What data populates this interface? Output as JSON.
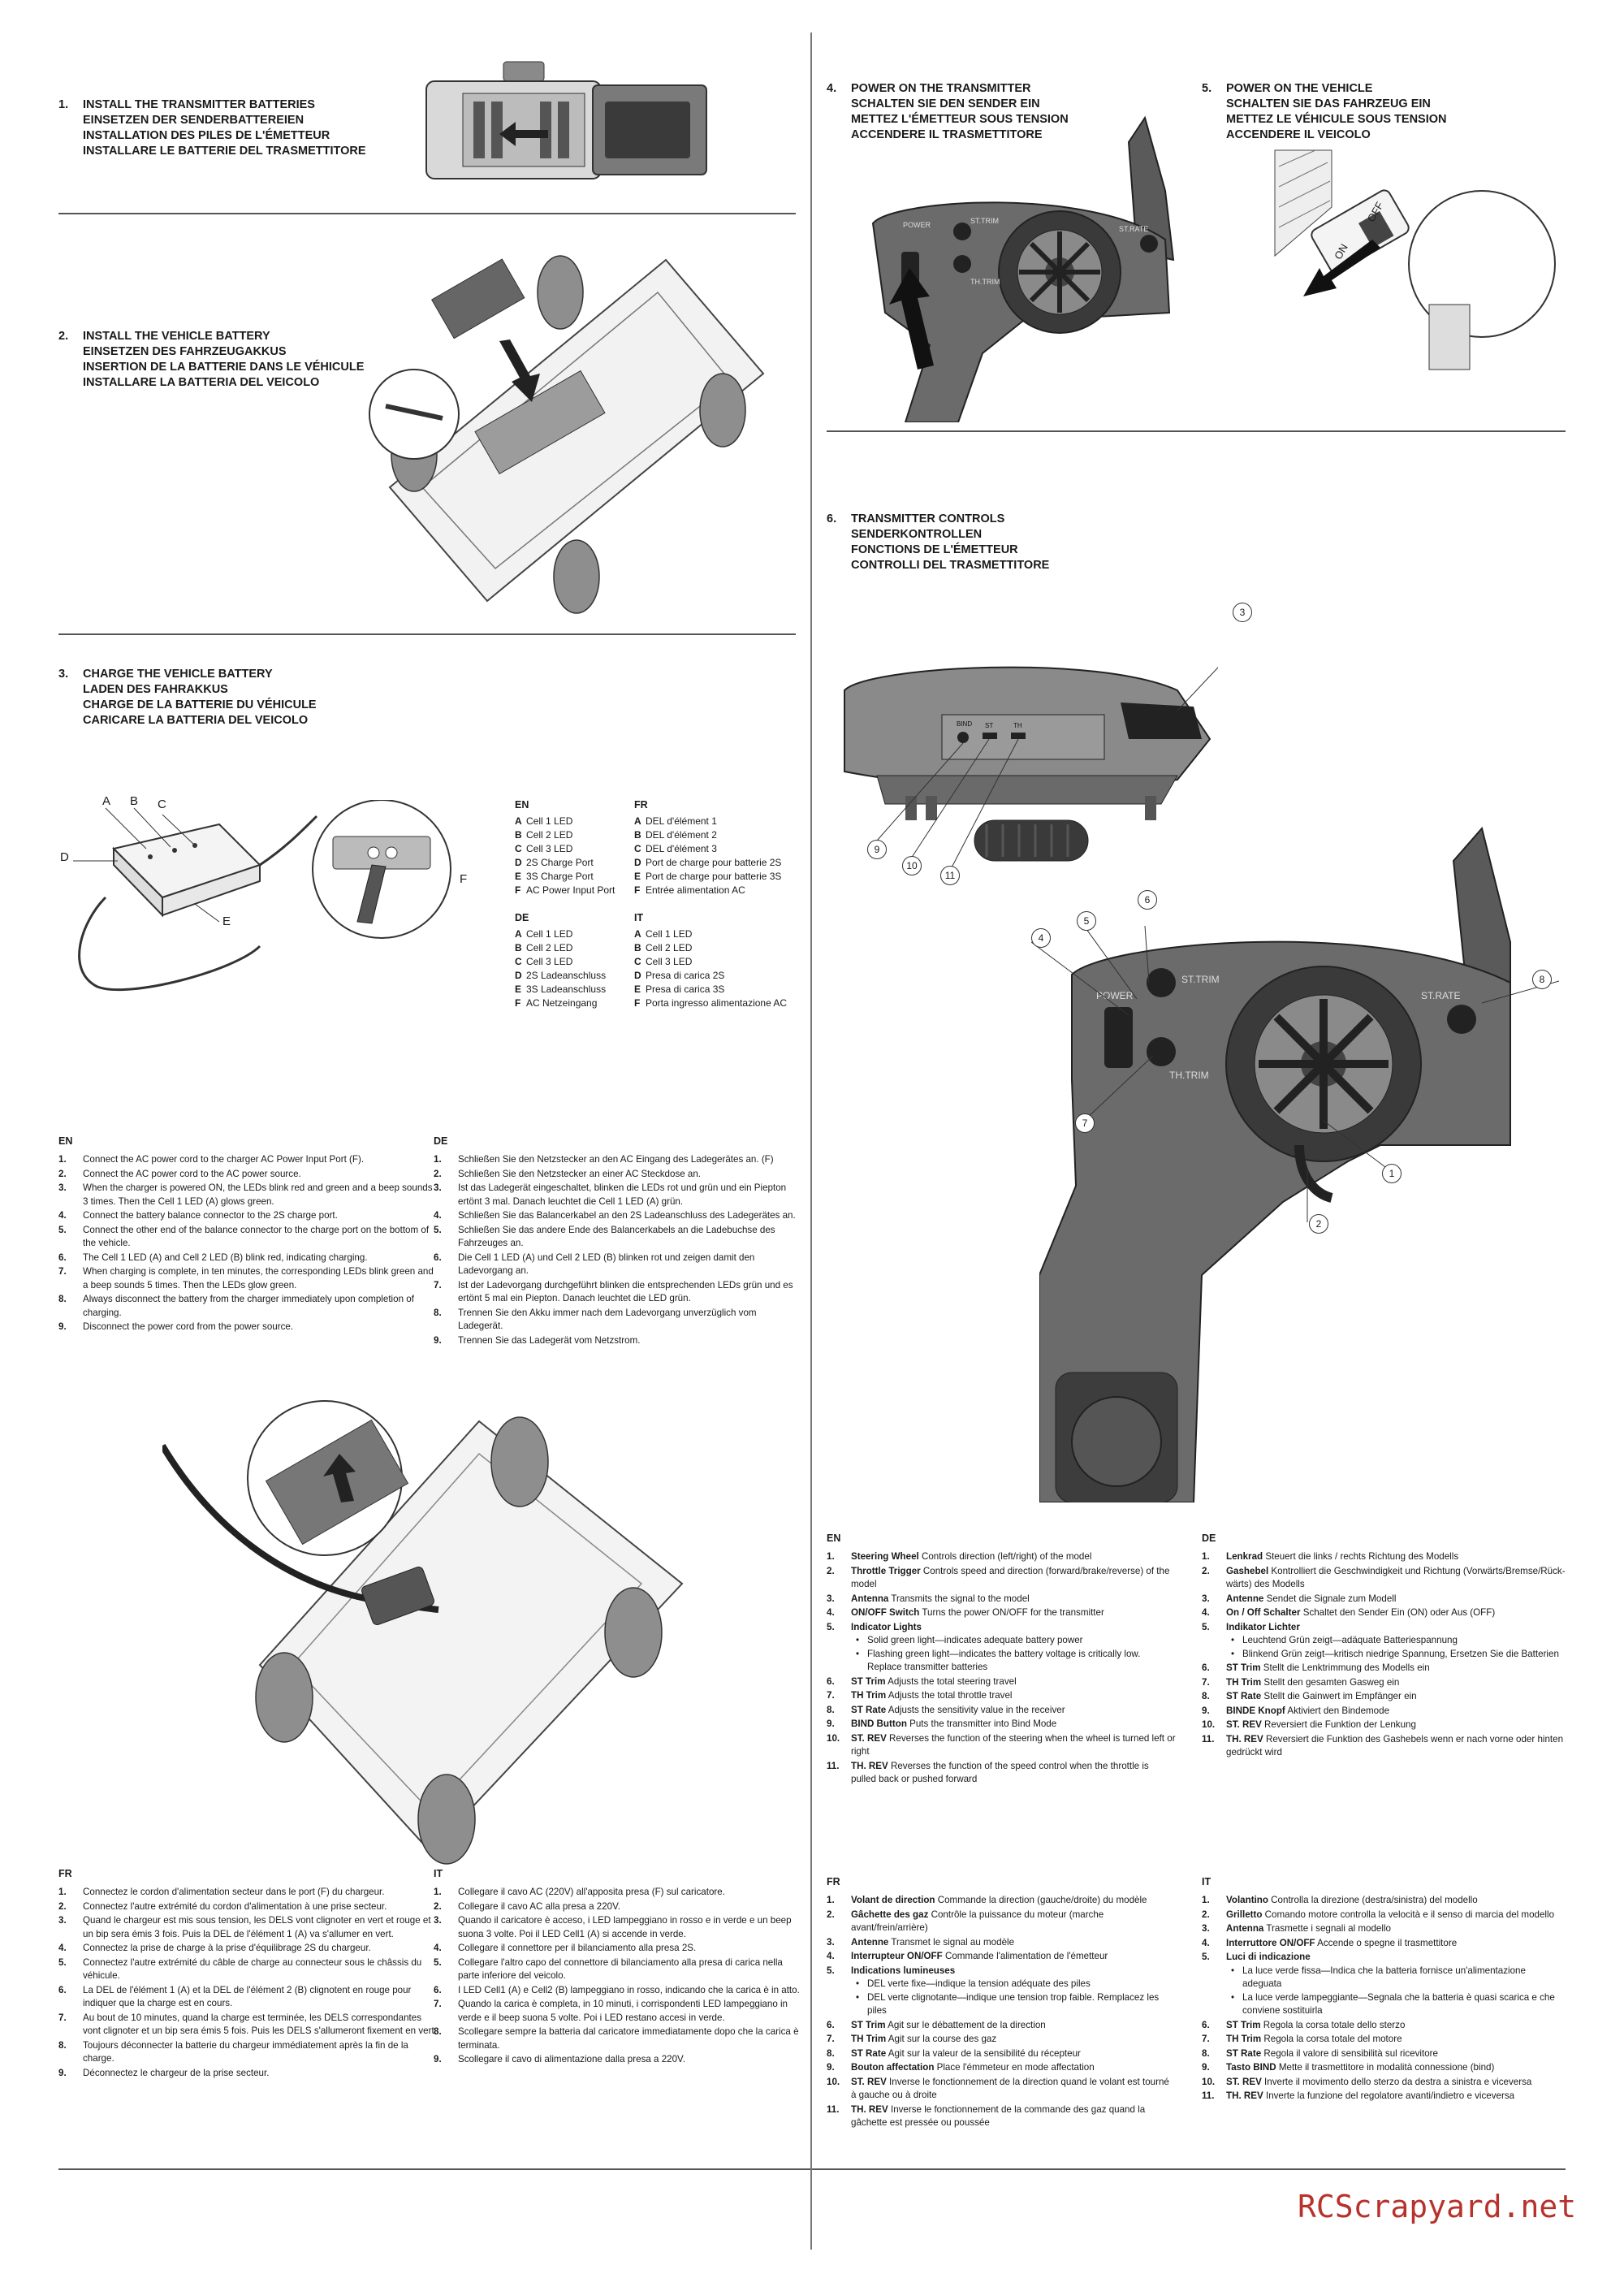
{
  "steps": {
    "s1": {
      "num": "1.",
      "lines": [
        "INSTALL THE TRANSMITTER BATTERIES",
        "EINSETZEN DER SENDERBATTEREIEN",
        "INSTALLATION DES PILES DE L'ÉMETTEUR",
        "INSTALLARE LE BATTERIE DEL TRASMETTITORE"
      ]
    },
    "s2": {
      "num": "2.",
      "lines": [
        "INSTALL THE VEHICLE BATTERY",
        "EINSETZEN DES FAHRZEUGAKKUS",
        "INSERTION DE LA BATTERIE DANS LE VÉHICULE",
        "INSTALLARE LA BATTERIA DEL VEICOLO"
      ]
    },
    "s3": {
      "num": "3.",
      "lines": [
        "CHARGE THE VEHICLE BATTERY",
        "LADEN DES FAHRAKKUS",
        "CHARGE DE LA BATTERIE DU VÉHICULE",
        "CARICARE LA BATTERIA DEL VEICOLO"
      ]
    },
    "s4": {
      "num": "4.",
      "lines": [
        "POWER ON THE TRANSMITTER",
        "SCHALTEN SIE DEN SENDER EIN",
        "METTEZ L'ÉMETTEUR SOUS TENSION",
        "ACCENDERE IL TRASMETTITORE"
      ]
    },
    "s5": {
      "num": "5.",
      "lines": [
        "POWER ON THE VEHICLE",
        "SCHALTEN SIE DAS FAHRZEUG EIN",
        "METTEZ LE VÉHICULE SOUS TENSION",
        "ACCENDERE IL VEICOLO"
      ]
    },
    "s6": {
      "num": "6.",
      "lines": [
        "TRANSMITTER CONTROLS",
        "SENDERKONTROLLEN",
        "FONCTIONS DE L'ÉMETTEUR",
        "CONTROLLI DEL TRASMETTITORE"
      ]
    }
  },
  "charger_labels": {
    "A": "A",
    "B": "B",
    "C": "C",
    "D": "D",
    "E": "E",
    "F": "F"
  },
  "legend": {
    "en": {
      "title": "EN",
      "rows": [
        [
          "A",
          "Cell 1 LED"
        ],
        [
          "B",
          "Cell 2 LED"
        ],
        [
          "C",
          "Cell 3 LED"
        ],
        [
          "D",
          "2S Charge Port"
        ],
        [
          "E",
          "3S Charge Port"
        ],
        [
          "F",
          "AC Power Input Port"
        ]
      ]
    },
    "fr": {
      "title": "FR",
      "rows": [
        [
          "A",
          "DEL d'élément 1"
        ],
        [
          "B",
          "DEL d'élément 2"
        ],
        [
          "C",
          "DEL d'élément 3"
        ],
        [
          "D",
          "Port de charge pour batterie 2S"
        ],
        [
          "E",
          "Port de charge pour batterie 3S"
        ],
        [
          "F",
          "Entrée alimentation AC"
        ]
      ]
    },
    "de": {
      "title": "DE",
      "rows": [
        [
          "A",
          "Cell 1 LED"
        ],
        [
          "B",
          "Cell 2 LED"
        ],
        [
          "C",
          "Cell 3 LED"
        ],
        [
          "D",
          "2S Ladeanschluss"
        ],
        [
          "E",
          "3S Ladeanschluss"
        ],
        [
          "F",
          "AC Netzeingang"
        ]
      ]
    },
    "it": {
      "title": "IT",
      "rows": [
        [
          "A",
          "Cell 1 LED"
        ],
        [
          "B",
          "Cell 2 LED"
        ],
        [
          "C",
          "Cell 3 LED"
        ],
        [
          "D",
          "Presa di carica 2S"
        ],
        [
          "E",
          "Presa di carica 3S"
        ],
        [
          "F",
          "Porta ingresso alimentazione AC"
        ]
      ]
    }
  },
  "charge_en": {
    "title": "EN",
    "items": [
      "Connect the AC power cord to the charger AC Power Input Port (F).",
      "Connect the AC power cord to the AC power source.",
      "When the charger is powered ON, the LEDs blink red and green and a beep sounds 3 times. Then the Cell 1 LED (A) glows green.",
      "Connect the battery balance connector to the 2S charge port.",
      "Connect the other end of the balance connector to the charge port on the bottom of the vehicle.",
      "The Cell 1 LED (A) and Cell 2 LED (B) blink red, indicating charging.",
      "When charging is complete, in ten minutes, the corresponding LEDs blink green and a beep sounds 5 times. Then the LEDs glow green.",
      "Always disconnect the battery from the charger immediately upon completion of charging.",
      "Disconnect the power cord from the power source."
    ]
  },
  "charge_de": {
    "title": "DE",
    "items": [
      "Schließen Sie den Netzstecker an den AC Eingang des Ladegerätes an. (F)",
      "Schließen Sie den Netzstecker an einer AC Steckdose an.",
      "Ist das Ladegerät eingeschaltet, blinken die LEDs rot und grün und ein Piepton ertönt 3 mal. Danach leuchtet die Cell 1 LED (A) grün.",
      "Schließen Sie das Balancerkabel an den 2S Ladeanschluss des Ladegerätes an.",
      "Schließen Sie das andere Ende des Balancerkabels an die Ladebuchse des Fahrzeuges an.",
      "Die Cell 1 LED (A) und Cell 2 LED (B) blinken rot und zeigen damit den Ladevorgang an.",
      "Ist der Ladevorgang durchgeführt blinken die entsprechenden LEDs grün und es ertönt 5 mal ein Piepton. Danach leuchtet die LED grün.",
      "Trennen Sie den Akku immer nach dem Ladevorgang unverzüglich vom Ladegerät.",
      "Trennen Sie das Ladegerät vom Netzstrom."
    ]
  },
  "charge_fr": {
    "title": "FR",
    "items": [
      "Connectez le cordon d'alimentation secteur dans le port (F) du chargeur.",
      "Connectez l'autre extrémité du cordon d'alimentation à une prise secteur.",
      "Quand le chargeur est mis sous tension, les DELS vont clignoter en vert et rouge et un bip sera émis 3 fois. Puis la DEL de l'élément 1 (A) va s'allumer en vert.",
      "Connectez la prise de charge à la prise d'équilibrage 2S du chargeur.",
      "Connectez l'autre extrémité du câble de charge au connecteur sous le châssis du véhicule.",
      "La DEL de l'élément 1 (A) et la DEL de l'élément 2 (B) clignotent en rouge pour indiquer que la charge est en cours.",
      "Au bout de 10 minutes, quand la charge est terminée, les DELS correspondantes vont clignoter et un bip sera émis 5 fois. Puis les DELS s'allumeront fixement en vert.",
      "Toujours déconnecter la batterie du chargeur immédiatement après la fin de la charge.",
      "Déconnectez le chargeur de la prise secteur."
    ]
  },
  "charge_it": {
    "title": "IT",
    "items": [
      "Collegare il cavo AC (220V) all'apposita presa (F) sul caricatore.",
      "Collegare il cavo AC alla presa a 220V.",
      "Quando il caricatore è acceso, i LED lampeggiano in rosso e in verde e un beep suona 3 volte. Poi il LED Cell1 (A) si accende in verde.",
      "Collegare il connettore per il bilanciamento alla presa 2S.",
      "Collegare l'altro capo del connettore di bilanciamento alla presa di carica nella parte inferiore del veicolo.",
      "I LED Cell1 (A) e Cell2 (B) lampeggiano in rosso, indicando che la carica è in atto.",
      "Quando la carica è completa, in 10 minuti, i corrispondenti LED lampeggiano in verde e il beep suona 5 volte. Poi i LED restano accesi in verde.",
      "Scollegare sempre la batteria dal caricatore immediatamente dopo che la carica è terminata.",
      "Scollegare il cavo di alimentazione dalla presa a 220V."
    ]
  },
  "tx_labels": {
    "bind": "BIND",
    "st": "ST",
    "th": "TH",
    "power": "POWER",
    "sttrim": "ST.TRIM",
    "thtrim": "TH.TRIM",
    "strate": "ST.RATE",
    "on": "ON",
    "off": "OFF"
  },
  "callouts": [
    "1",
    "2",
    "3",
    "4",
    "5",
    "6",
    "7",
    "8",
    "9",
    "10",
    "11"
  ],
  "controls_en": {
    "title": "EN",
    "items": [
      {
        "b": "Steering Wheel",
        "t": " Controls direction (left/right) of the model"
      },
      {
        "b": "Throttle Trigger",
        "t": " Controls speed and direction (forward/brake/reverse) of the model"
      },
      {
        "b": "Antenna",
        "t": " Transmits the signal to the model"
      },
      {
        "b": "ON/OFF Switch",
        "t": " Turns the power ON/OFF for the transmitter"
      },
      {
        "b": "Indicator Lights",
        "t": "",
        "subs": [
          "Solid green light—indicates adequate battery power",
          "Flashing green light—indicates the battery voltage is critically low. Replace transmitter batteries"
        ]
      },
      {
        "b": "ST Trim",
        "t": " Adjusts the total steering travel"
      },
      {
        "b": "TH Trim",
        "t": " Adjusts the total throttle travel"
      },
      {
        "b": "ST Rate",
        "t": " Adjusts the sensitivity value in the receiver"
      },
      {
        "b": "BIND Button",
        "t": " Puts the transmitter into Bind Mode"
      },
      {
        "b": "ST. REV",
        "t": " Reverses the function of the steering when the wheel is turned left or right"
      },
      {
        "b": "TH. REV",
        "t": " Reverses the function of the speed control when the throttle is pulled back or pushed forward"
      }
    ]
  },
  "controls_de": {
    "title": "DE",
    "items": [
      {
        "b": "Lenkrad",
        "t": " Steuert die links / rechts Richtung des Modells"
      },
      {
        "b": "Gashebel",
        "t": " Kontrolliert die Geschwindigkeit und Richtung (Vorwärts/Bremse/Rück-wärts) des Modells"
      },
      {
        "b": "Antenne",
        "t": " Sendet die Signale zum Modell"
      },
      {
        "b": "On / Off Schalter",
        "t": " Schaltet den Sender Ein (ON) oder Aus (OFF)"
      },
      {
        "b": "Indikator Lichter",
        "t": "",
        "subs": [
          "Leuchtend Grün zeigt—adäquate Batteriespannung",
          "Blinkend Grün zeigt—kritisch niedrige Spannung, Ersetzen Sie die Batterien"
        ]
      },
      {
        "b": "ST Trim",
        "t": " Stellt die Lenktrimmung des Modells ein"
      },
      {
        "b": "TH Trim",
        "t": " Stellt den gesamten Gasweg ein"
      },
      {
        "b": "ST Rate",
        "t": " Stellt die Gainwert im Empfänger ein"
      },
      {
        "b": "BINDE Knopf",
        "t": " Aktiviert den Bindemode"
      },
      {
        "b": "ST. REV",
        "t": " Reversiert die Funktion der Lenkung"
      },
      {
        "b": "TH. REV",
        "t": " Reversiert die Funktion des Gashebels wenn er nach vorne oder hinten gedrückt wird"
      }
    ]
  },
  "controls_fr": {
    "title": "FR",
    "items": [
      {
        "b": "Volant de direction",
        "t": " Commande la direction (gauche/droite) du modèle"
      },
      {
        "b": "Gâchette des gaz",
        "t": " Contrôle la puissance du moteur (marche avant/frein/arrière)"
      },
      {
        "b": "Antenne",
        "t": " Transmet le signal au modèle"
      },
      {
        "b": "Interrupteur ON/OFF",
        "t": " Commande l'alimentation de l'émetteur"
      },
      {
        "b": "Indications lumineuses",
        "t": "",
        "subs": [
          "DEL verte fixe—indique la tension adéquate des piles",
          "DEL verte clignotante—indique une tension trop faible. Remplacez les piles"
        ]
      },
      {
        "b": "ST Trim",
        "t": " Agit sur le débattement de la direction"
      },
      {
        "b": "TH Trim",
        "t": " Agit sur la course des gaz"
      },
      {
        "b": "ST Rate",
        "t": " Agit sur la valeur de la sensibilité du récepteur"
      },
      {
        "b": "Bouton affectation",
        "t": " Place l'émmeteur en mode affectation"
      },
      {
        "b": "ST. REV",
        "t": " Inverse le fonctionnement de la direction quand le volant est tourné à gauche ou à droite"
      },
      {
        "b": "TH. REV",
        "t": " Inverse le fonctionnement de la commande des gaz quand la gâchette est pressée ou poussée"
      }
    ]
  },
  "controls_it": {
    "title": "IT",
    "items": [
      {
        "b": "Volantino",
        "t": " Controlla la direzione (destra/sinistra) del modello"
      },
      {
        "b": "Grilletto",
        "t": " Comando motore controlla la velocità e il senso di marcia del modello"
      },
      {
        "b": "Antenna",
        "t": " Trasmette i segnali al modello"
      },
      {
        "b": "Interruttore ON/OFF",
        "t": " Accende o spegne il trasmettitore"
      },
      {
        "b": "Luci di indicazione",
        "t": "",
        "subs": [
          "La luce verde fissa—Indica che la batteria fornisce un'alimentazione adeguata",
          "La luce verde lampeggiante—Segnala che la batteria è quasi scarica e che conviene sostituirla"
        ]
      },
      {
        "b": "ST Trim",
        "t": " Regola la corsa totale dello sterzo"
      },
      {
        "b": "TH Trim",
        "t": " Regola la corsa totale del motore"
      },
      {
        "b": "ST Rate",
        "t": " Regola il valore di sensibilità sul ricevitore"
      },
      {
        "b": "Tasto BIND",
        "t": " Mette il trasmettitore in modalità connessione (bind)"
      },
      {
        "b": "ST. REV",
        "t": " Inverte il movimento dello sterzo da destra a sinistra e viceversa"
      },
      {
        "b": "TH. REV",
        "t": " Inverte la funzione del regolatore avanti/indietro e viceversa"
      }
    ]
  },
  "watermark": "RCScrapyard.net"
}
